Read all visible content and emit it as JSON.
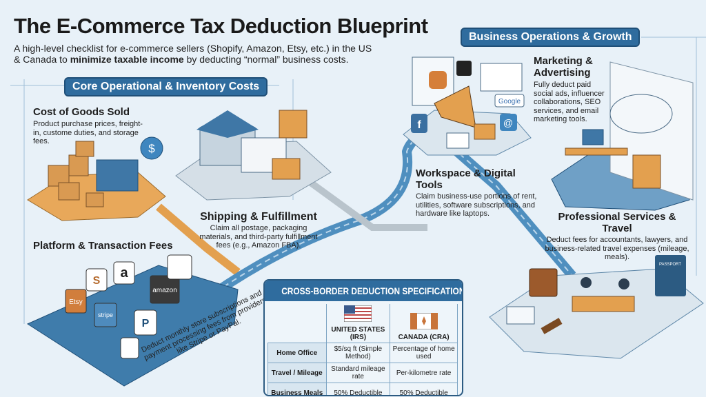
{
  "header": {
    "title": "The E-Commerce Tax Deduction Blueprint",
    "subtitle_pre": "A high-level checklist for e-commerce sellers (Shopify, Amazon, Etsy, etc.) in the US & Canada to ",
    "subtitle_bold": "minimize taxable income",
    "subtitle_post": " by deducting “normal” business costs."
  },
  "core": {
    "section_label": "Core Operational & Inventory Costs",
    "cogs": {
      "title": "Cost of Goods Sold",
      "text": "Product purchase prices, freight-in, custome duties, and storage fees."
    },
    "shipping": {
      "title": "Shipping & Fulfillment",
      "text": "Claim all postage, packaging materials, and third-party fulfillment fees (e.g., Amazon FBA)."
    },
    "platform": {
      "title": "Platform & Transaction Fees",
      "text": "Deduct monthly store subscriptions and payment processing fees from providers like Stripe or PayPal.",
      "logos": [
        "S",
        "a",
        "amazon",
        "Etsy",
        "stripe",
        "P"
      ]
    }
  },
  "business": {
    "section_label": "Business Operations & Growth",
    "marketing": {
      "title": "Marketing & Advertising",
      "text": "Fully deduct paid social ads, influencer collaborations, SEO services, and email marketing tools.",
      "logos": [
        "Google",
        "f",
        "@"
      ]
    },
    "workspace": {
      "title": "Workspace & Digital Tools",
      "text": "Claim business-use portions of rent, utilities, software subscriptions, and hardware like laptops."
    },
    "professional": {
      "title": "Professional Services & Travel",
      "text": "Deduct fees for accountants, lawyers, and business-related travel expenses (mileage, meals).",
      "passport_label": "PASSPORT"
    }
  },
  "table": {
    "title": "CROSS-BORDER DEDUCTION SPECIFICATIONS",
    "columns": [
      "UNITED STATES (IRS)",
      "CANADA (CRA)"
    ],
    "rows": [
      {
        "label": "Home Office",
        "us": "$5/sq ft (Simple Method)",
        "ca": "Percentage of home used"
      },
      {
        "label": "Travel / Mileage",
        "us": "Standard mileage rate",
        "ca": "Per-kilometre rate"
      },
      {
        "label": "Business Meals",
        "us": "50% Deductible",
        "ca": "50% Deductible"
      }
    ]
  },
  "colors": {
    "primary_blue": "#2f6c9e",
    "accent_orange": "#e3a04f",
    "background": "#e8f1f8"
  },
  "icons": [
    "dollar-icon",
    "box-icon",
    "warehouse-icon",
    "truck-icon",
    "megaphone-icon",
    "envelope-icon",
    "laptop-icon",
    "cloud-icon",
    "briefcase-icon",
    "gavel-icon",
    "passport-icon",
    "us-flag-icon",
    "canada-flag-icon"
  ]
}
